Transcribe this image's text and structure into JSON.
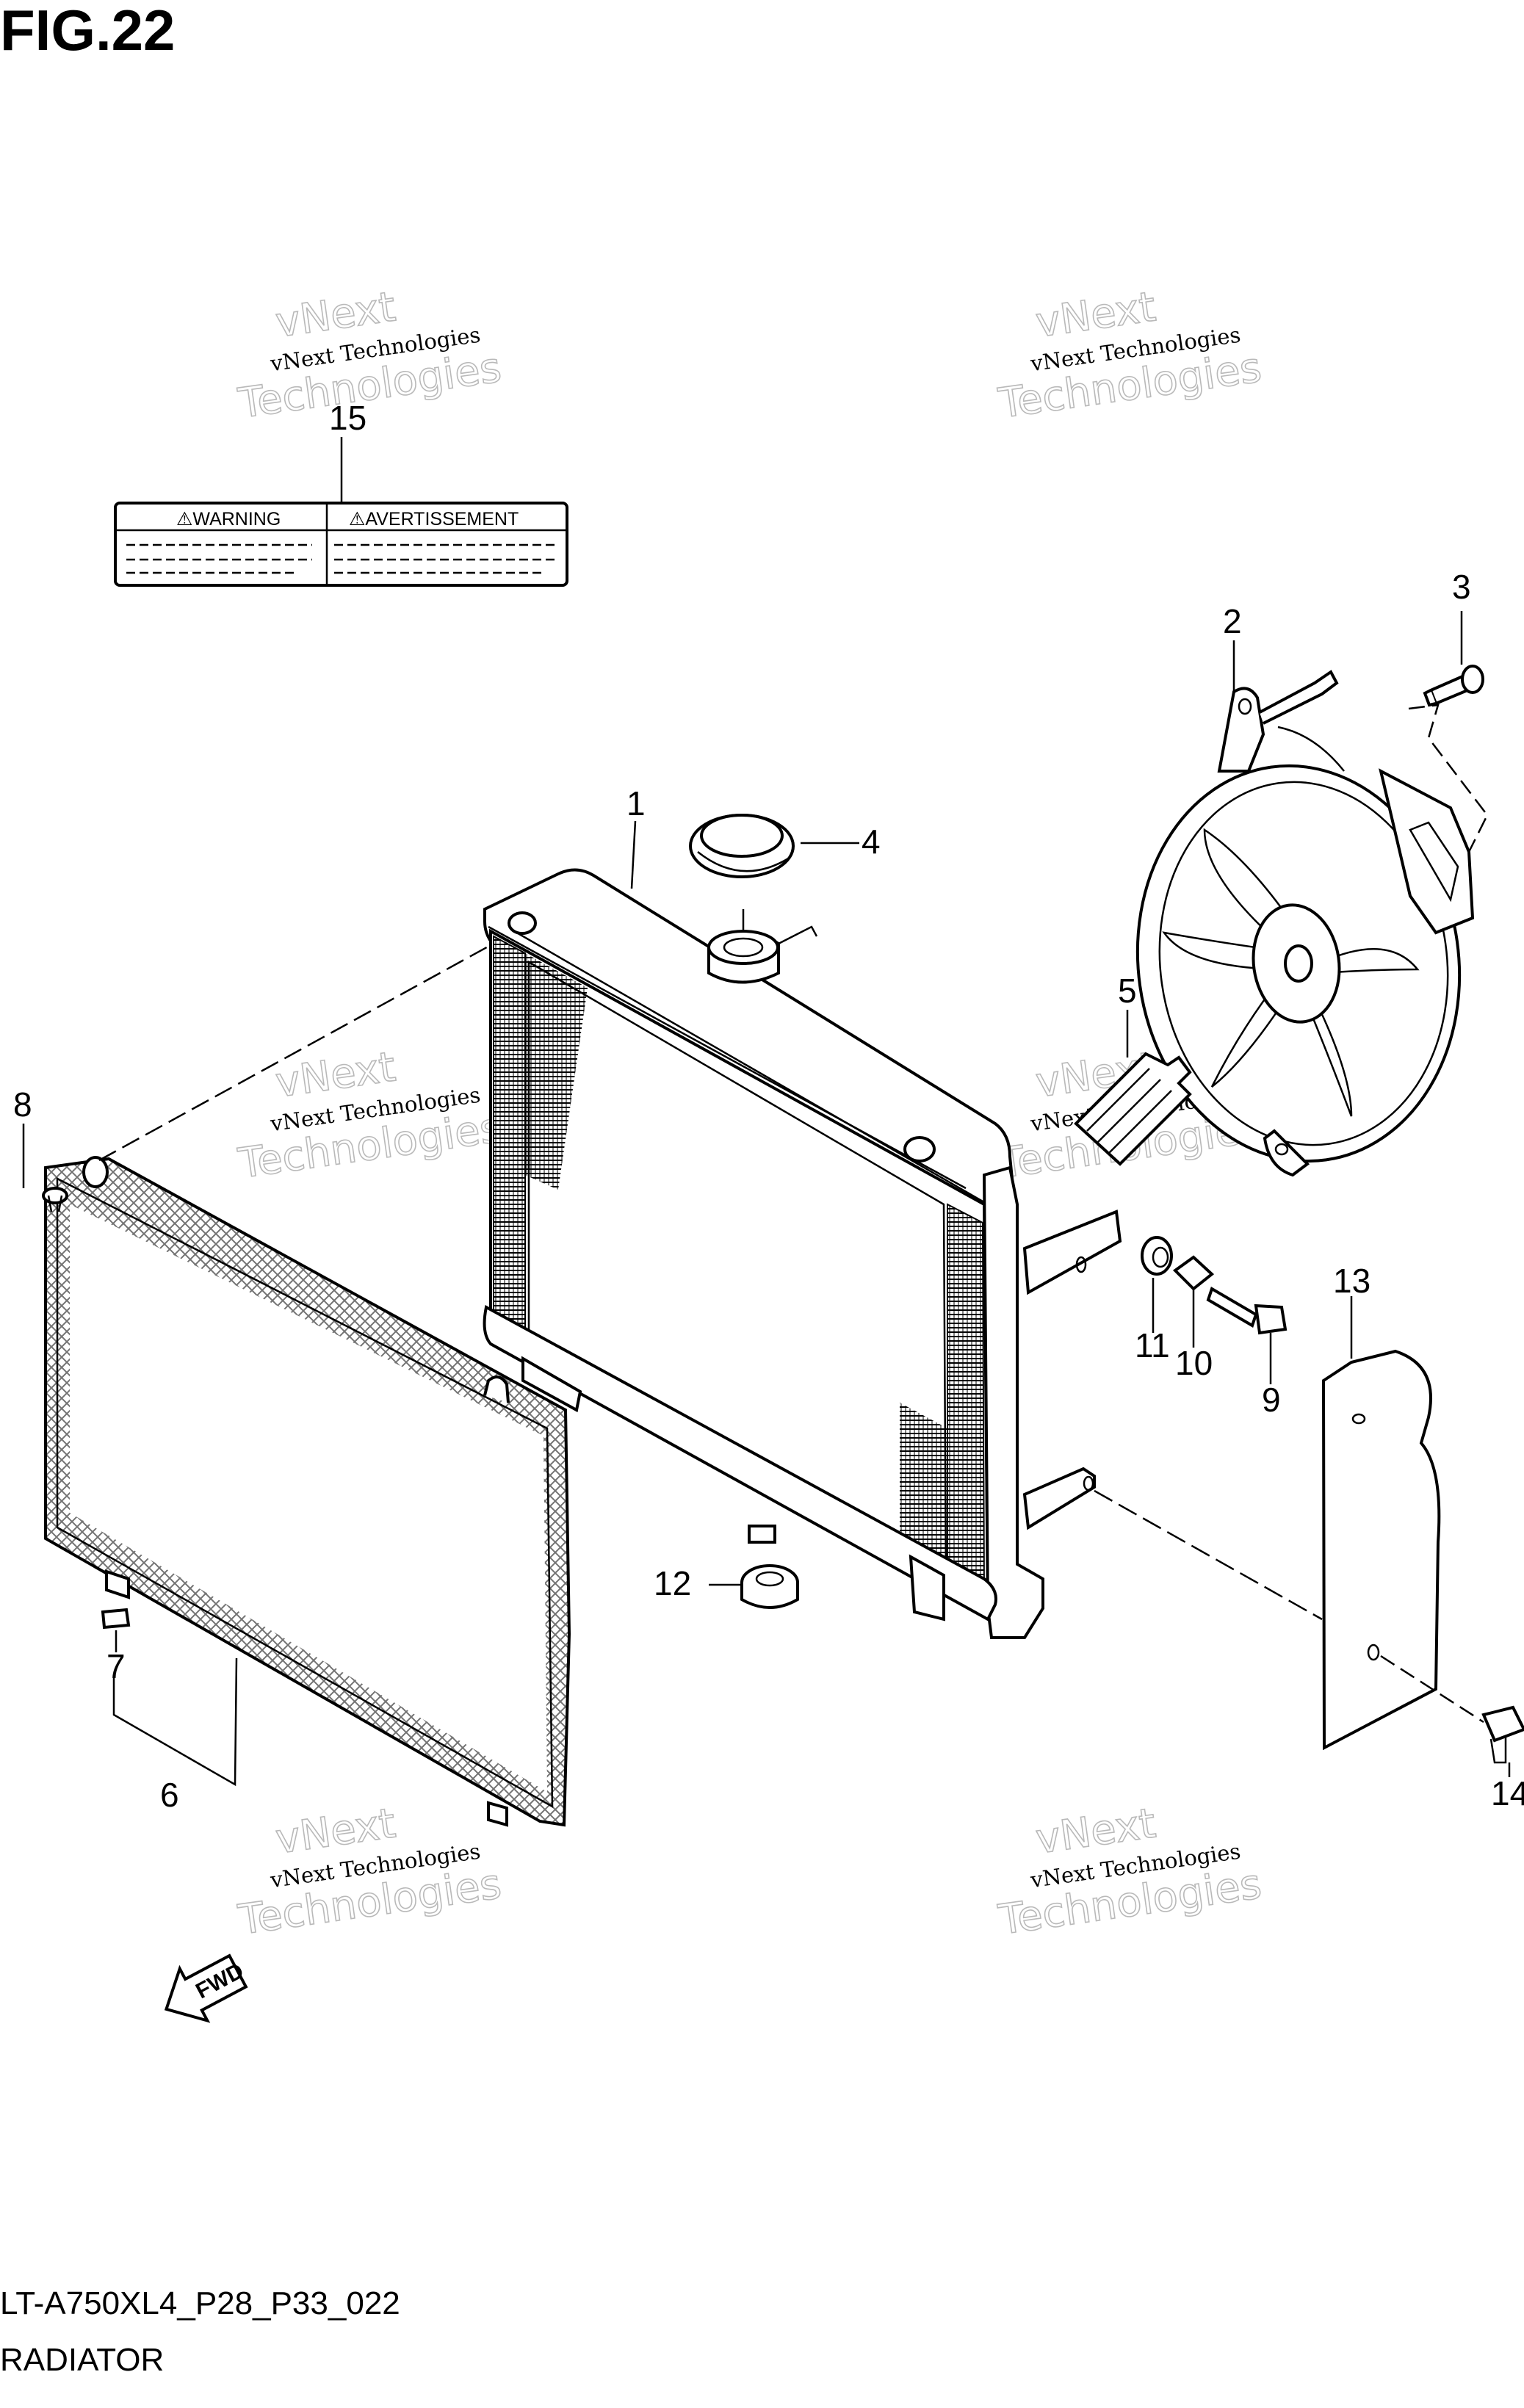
{
  "figure": {
    "title": "FIG.22",
    "code": "LT-A750XL4_P28_P33_022",
    "name": "RADIATOR"
  },
  "watermark": {
    "line1": "vNext Technologies",
    "line2": "vNext",
    "line3": "Technologies"
  },
  "label": {
    "warning": "⚠WARNING",
    "avertissement": "⚠AVERTISSEMENT"
  },
  "fwd_label": "FWD",
  "callouts": {
    "c1": "1",
    "c2": "2",
    "c3": "3",
    "c4": "4",
    "c5": "5",
    "c6": "6",
    "c7": "7",
    "c8": "8",
    "c9": "9",
    "c10": "10",
    "c11": "11",
    "c12": "12",
    "c13": "13",
    "c14": "14",
    "c15": "15"
  }
}
